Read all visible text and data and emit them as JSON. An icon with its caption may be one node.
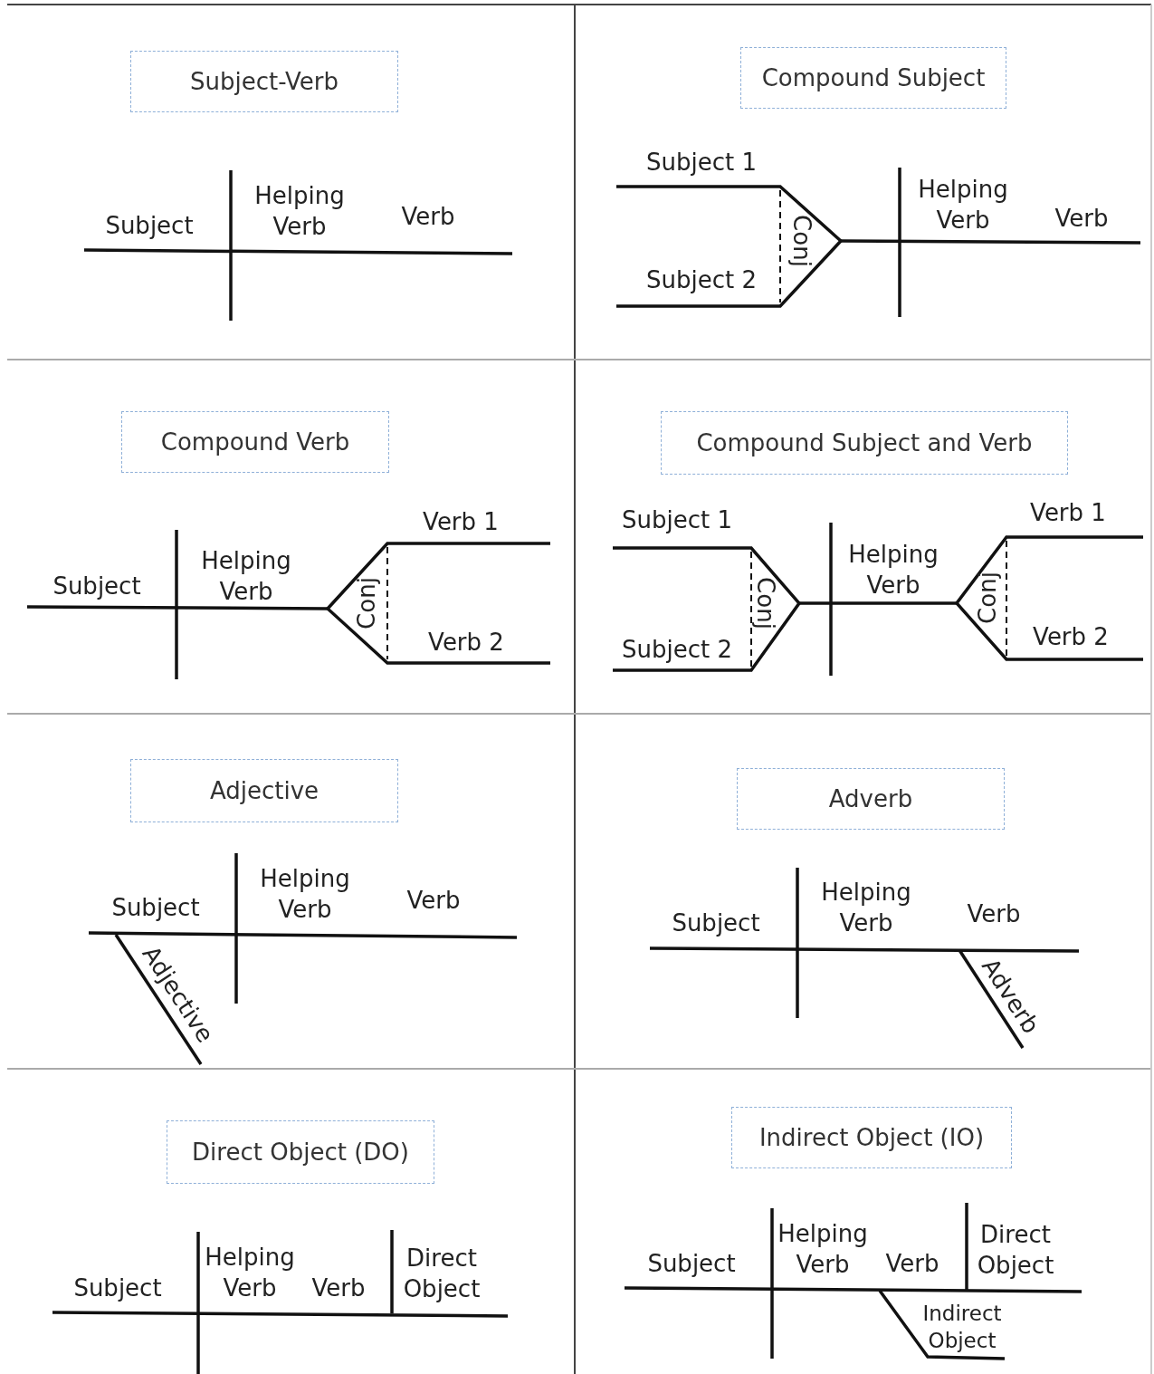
{
  "diagram": {
    "nodes": [
      {
        "text": [
          "Subject-Verb"
        ]
      },
      {
        "text": [
          "Compound Subject"
        ]
      },
      {
        "text": [
          "Compound Verb"
        ]
      },
      {
        "text": [
          "Compound Subject and Verb"
        ]
      },
      {
        "text": [
          "Adjective"
        ]
      },
      {
        "text": [
          "Adverb"
        ]
      },
      {
        "text": [
          "Direct Object (DO)"
        ]
      },
      {
        "text": [
          "Indirect Object (IO)"
        ]
      }
    ],
    "labels": [
      "Subject",
      "Helping Verb",
      "Verb",
      "Subject 1",
      "Conj",
      "Subject 2",
      "Helping Verb",
      "Verb",
      "Subject",
      "Helping Verb",
      "Verb 1",
      "Conj",
      "Verb 2",
      "Subject 1",
      "Conj",
      "Subject 2",
      "Helping Verb",
      "Verb 1",
      "Conj",
      "Verb 2",
      "Subject",
      "Helping Verb",
      "Verb",
      "Adjective",
      "Subject",
      "Helping Verb",
      "Verb",
      "Adverb",
      "Subject",
      "Helping Verb",
      "Verb",
      "Direct Object",
      "Subject",
      "Helping Verb",
      "Verb",
      "Direct Object",
      "Indirect Object"
    ]
  }
}
